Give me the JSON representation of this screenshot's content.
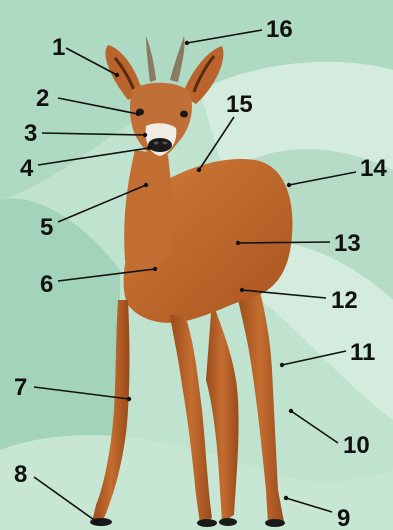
{
  "colors": {
    "background_light": "#c9e8d6",
    "background_mid": "#a6d6bd",
    "background_dark": "#8ec4a8",
    "body_fur": "#bf6a2e",
    "body_shadow": "#8c4418",
    "muzzle": "#f1ece4",
    "hoof": "#1a1a1a",
    "label_text": "#111111"
  },
  "labels": [
    {
      "id": "1",
      "text": "1"
    },
    {
      "id": "2",
      "text": "2"
    },
    {
      "id": "3",
      "text": "3"
    },
    {
      "id": "4",
      "text": "4"
    },
    {
      "id": "5",
      "text": "5"
    },
    {
      "id": "6",
      "text": "6"
    },
    {
      "id": "7",
      "text": "7"
    },
    {
      "id": "8",
      "text": "8"
    },
    {
      "id": "9",
      "text": "9"
    },
    {
      "id": "10",
      "text": "10"
    },
    {
      "id": "11",
      "text": "11"
    },
    {
      "id": "12",
      "text": "12"
    },
    {
      "id": "13",
      "text": "13"
    },
    {
      "id": "14",
      "text": "14"
    },
    {
      "id": "15",
      "text": "15"
    },
    {
      "id": "16",
      "text": "16"
    }
  ]
}
